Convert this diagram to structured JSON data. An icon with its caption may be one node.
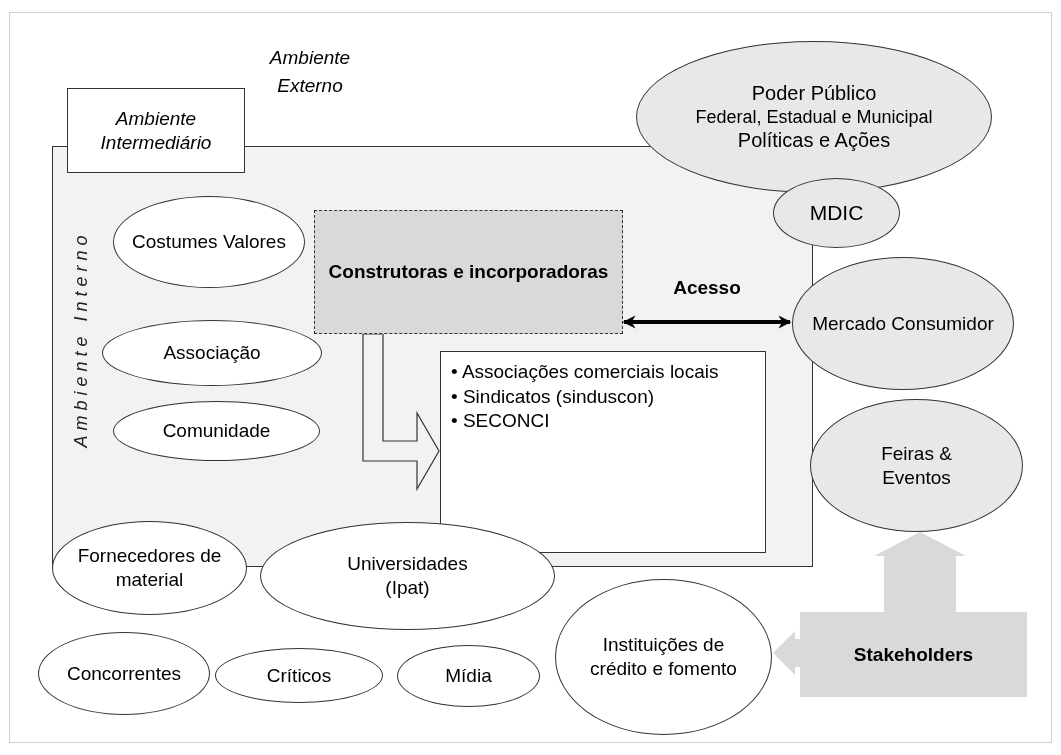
{
  "diagram": {
    "nodes": [
      {
        "text": [
          "Ambiente Interno"
        ]
      },
      {
        "text": [
          "Ambiente Intermediário"
        ]
      },
      {
        "text": [
          "Costumes Valores"
        ],
        "in": 0
      },
      {
        "text": [
          "Construtoras e incorporadoras"
        ],
        "in": 0
      },
      {
        "text": [
          "Associação"
        ],
        "in": 0
      },
      {
        "text": [
          "Comunidade"
        ],
        "in": 0
      },
      {
        "text": [
          "• Associações comerciais locais",
          "• Sindicatos (sinduscon)",
          "• SECONCI"
        ],
        "in": 0
      },
      {
        "text": [
          "Poder Público",
          "Federal, Estadual e Municipal",
          "Políticas e Ações"
        ]
      },
      {
        "text": [
          "MDIC"
        ]
      },
      {
        "text": [
          "Mercado Consumidor"
        ]
      },
      {
        "text": [
          "Feiras & Eventos"
        ]
      },
      {
        "text": [
          "Fornecedores de material"
        ]
      },
      {
        "text": [
          "Universidades (Ipat)"
        ]
      },
      {
        "text": [
          "Concorrentes"
        ]
      },
      {
        "text": [
          "Críticos"
        ]
      },
      {
        "text": [
          "Mídia"
        ]
      },
      {
        "text": [
          "Instituições de crédito e fomento"
        ]
      },
      {
        "text": [
          "Stakeholders"
        ]
      }
    ],
    "edges": [
      {
        "from": 3,
        "to": 6,
        "arrow": "to",
        "style": "thick"
      },
      {
        "from": 3,
        "to": 9,
        "arrow": "both",
        "label": "Acesso"
      },
      {
        "from": 17,
        "to": 10,
        "arrow": "to",
        "style": "thick",
        "color": "#d9d9d9"
      },
      {
        "from": 17,
        "to": 16,
        "arrow": "to",
        "style": "thick",
        "color": "#d9d9d9"
      }
    ],
    "labels": [
      "Ambiente Externo"
    ]
  }
}
